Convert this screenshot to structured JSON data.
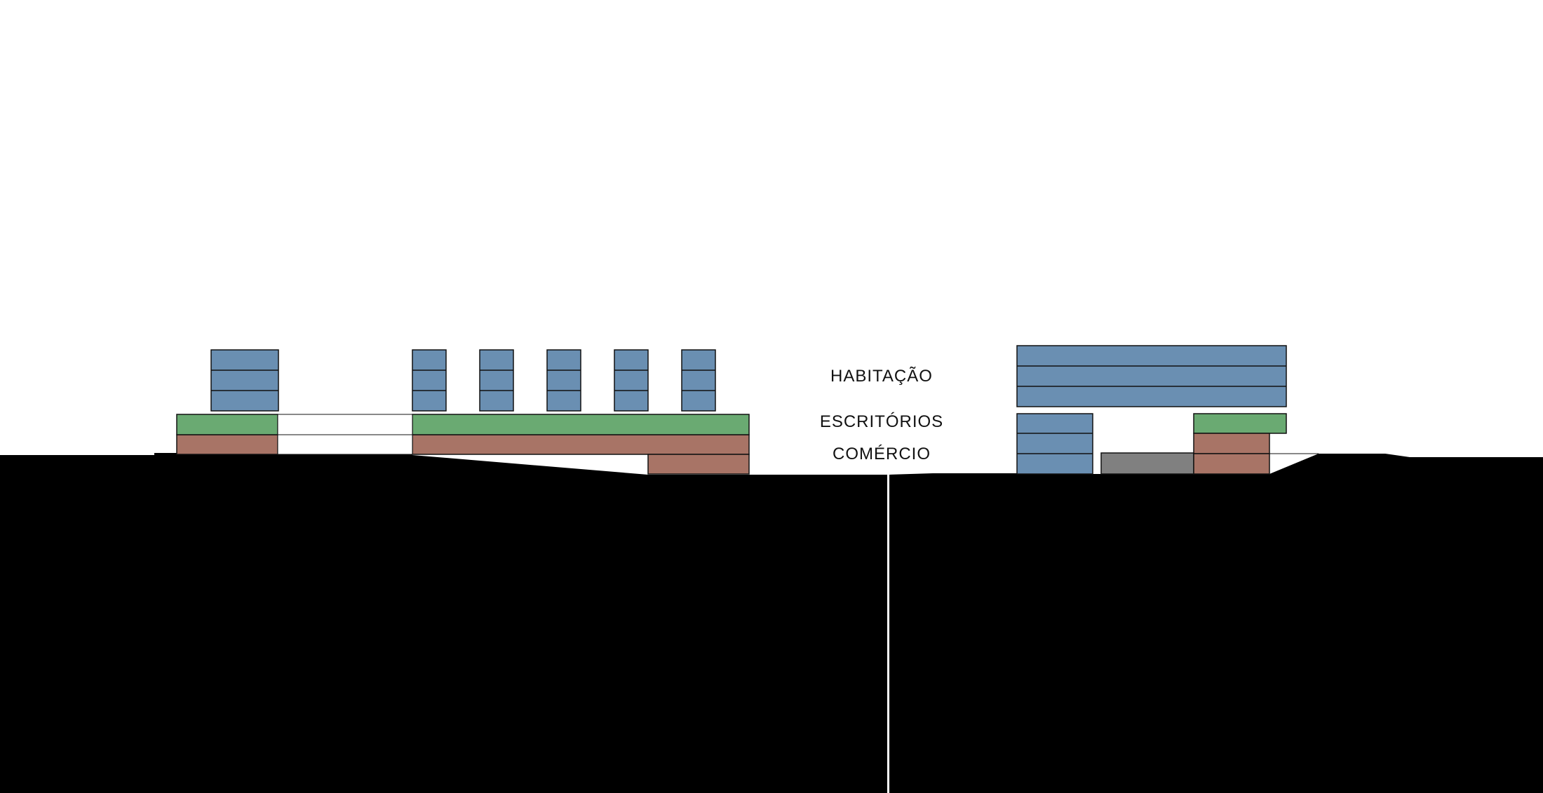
{
  "legend": {
    "habitacao": "HABITAÇÃO",
    "escritorios": "ESCRITÓRIOS",
    "comercio": "COMÉRCIO"
  },
  "colors": {
    "habitacao": "#6a8fb2",
    "escritorios": "#6aaa72",
    "comercio": "#a87466",
    "service": "#808080",
    "ground": "#000000",
    "outline": "#111111",
    "background": "#ffffff"
  }
}
